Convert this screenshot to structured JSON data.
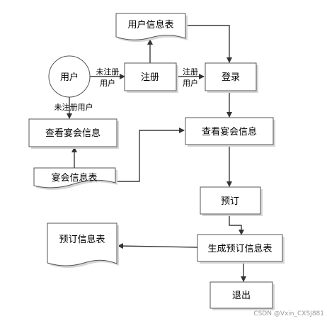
{
  "nodes": {
    "user": "用户",
    "user_table": "用户信息表",
    "register": "注册",
    "login": "登录",
    "view_banquet_left": "查看宴会信息",
    "view_banquet_right": "查看宴会信息",
    "banquet_table": "宴会信息表",
    "reserve": "预订",
    "reservation_table": "预订信息表",
    "generate_reservation": "生成预订信息表",
    "logout": "退出"
  },
  "edges": {
    "user_to_register_l1": "未注册",
    "user_to_register_l2": "用户",
    "register_to_login_l1": "注册",
    "register_to_login_l2": "用户",
    "user_to_view": "未注册用户"
  },
  "watermark": "CSDN @Vxin_CXSJ881"
}
